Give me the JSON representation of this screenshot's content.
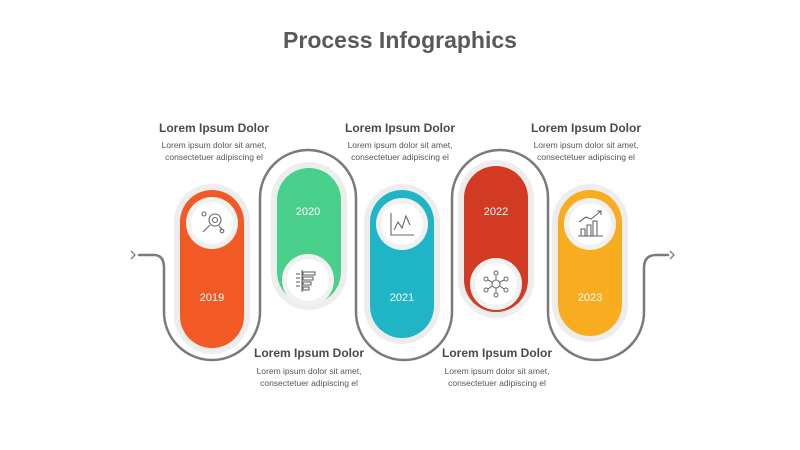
{
  "title": "Process Infographics",
  "steps": [
    {
      "year": "2019",
      "color": "#f15a24",
      "heading": "Lorem Ipsum Dolor",
      "line1": "Lorem ipsum dolor sit amet,",
      "line2": "consectetuer adipiscing el",
      "icon": "target-search-icon"
    },
    {
      "year": "2020",
      "color": "#48d08a",
      "heading": "Lorem Ipsum Dolor",
      "line1": "Lorem ipsum dolor sit amet,",
      "line2": "consectetuer adipiscing el",
      "icon": "list-chart-icon"
    },
    {
      "year": "2021",
      "color": "#1fb5c6",
      "heading": "Lorem Ipsum Dolor",
      "line1": "Lorem ipsum dolor sit amet,",
      "line2": "consectetuer adipiscing el",
      "icon": "line-chart-icon"
    },
    {
      "year": "2022",
      "color": "#d33a24",
      "heading": "Lorem Ipsum Dolor",
      "line1": "Lorem ipsum dolor sit amet,",
      "line2": "consectetuer adipiscing el",
      "icon": "network-icon"
    },
    {
      "year": "2023",
      "color": "#f7ad1f",
      "heading": "Lorem Ipsum Dolor",
      "line1": "Lorem ipsum dolor sit amet,",
      "line2": "consectetuer adipiscing el",
      "icon": "bar-growth-icon"
    }
  ],
  "path_color": "#7a7a7a"
}
